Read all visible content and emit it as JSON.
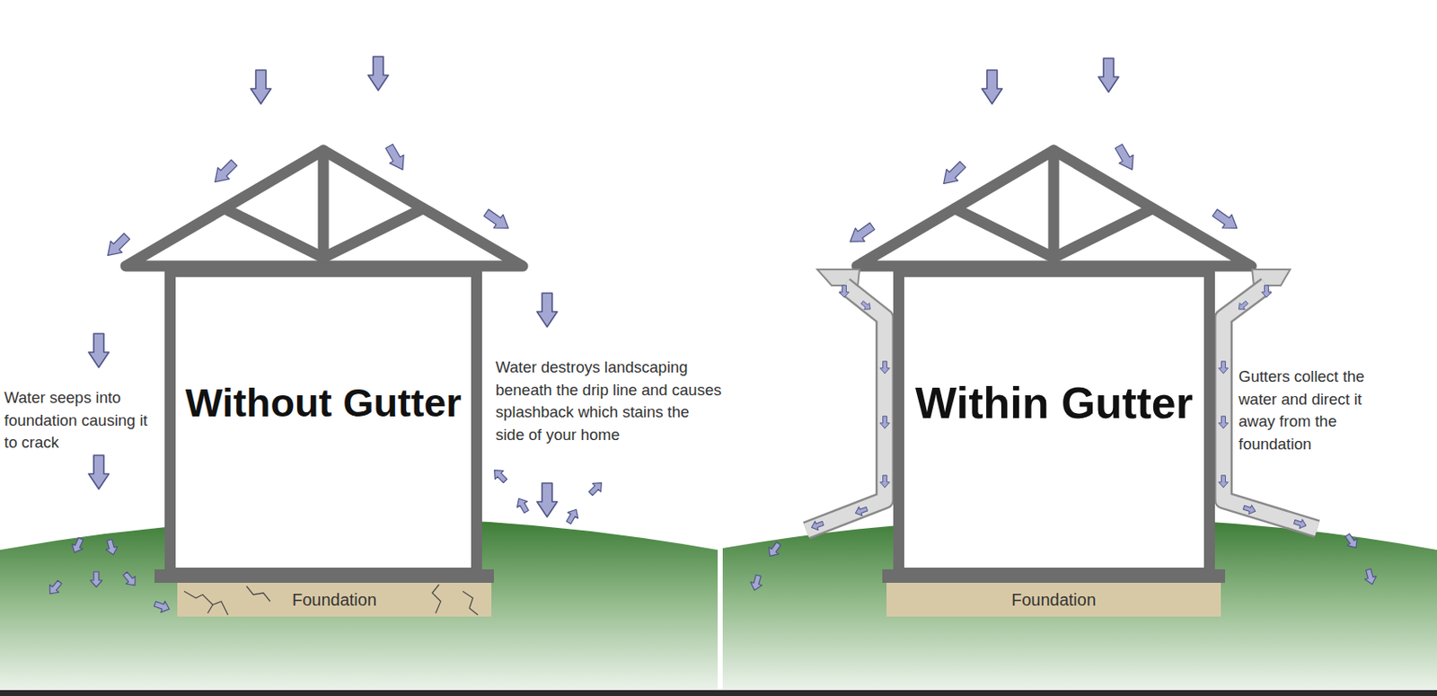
{
  "diagram": {
    "nodes": [
      {
        "text": [
          "Without Gutter"
        ]
      },
      {
        "text": [
          "Foundation"
        ]
      },
      {
        "text": [
          "Within Gutter"
        ]
      },
      {
        "text": [
          "Foundation"
        ]
      }
    ],
    "labels": [
      "Water seeps into foundation causing it to crack",
      "Water destroys landscaping beneath the drip line and causes splashback which stains the side of your home",
      "Gutters collect the water and direct it away from the foundation"
    ]
  }
}
